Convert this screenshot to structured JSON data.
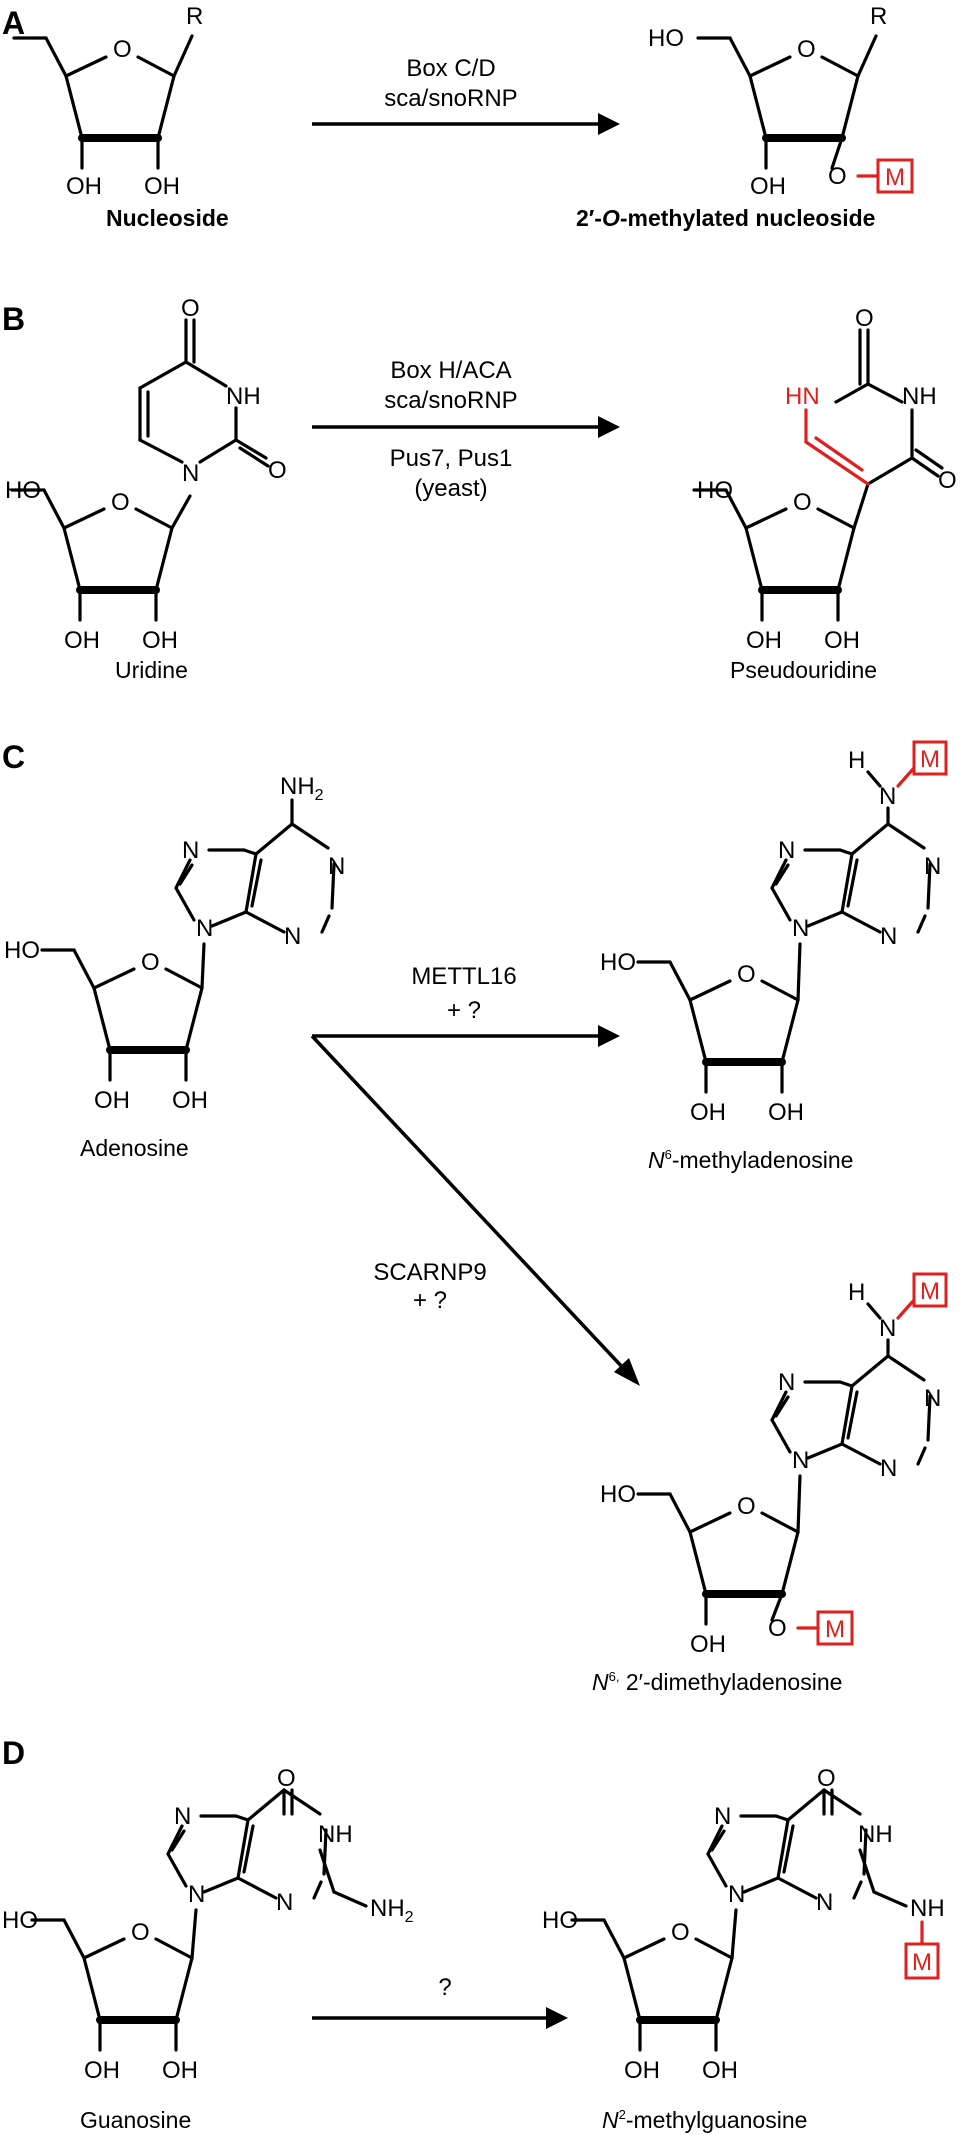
{
  "panels": {
    "a": {
      "label": "A",
      "substrate_caption": "Nucleoside",
      "product_caption_parts": [
        "2′-",
        "O",
        "-methylated nucleoside"
      ],
      "enzyme_line1": "Box C/D",
      "enzyme_line2": "sca/snoRNP"
    },
    "b": {
      "label": "B",
      "substrate_caption": "Uridine",
      "product_caption": "Pseudouridine",
      "enzyme_line1": "Box H/ACA",
      "enzyme_line2": "sca/snoRNP",
      "enzyme_line3": "Pus7, Pus1",
      "enzyme_line4": "(yeast)"
    },
    "c": {
      "label": "C",
      "substrate_caption": "Adenosine",
      "product1_caption_italic": "N",
      "product1_caption_sup": "6",
      "product1_caption_rest": "-methyladenosine",
      "product2_caption_italic": "N",
      "product2_caption_sup": "6,",
      "product2_caption_rest": " 2′-dimethyladenosine",
      "enzyme1_line1": "METTL16",
      "enzyme1_line2": "+ ?",
      "enzyme2_line1": "SCARNP9",
      "enzyme2_line2": "+ ?"
    },
    "d": {
      "label": "D",
      "substrate_caption": "Guanosine",
      "product_caption_italic": "N",
      "product_caption_sup": "2",
      "product_caption_rest": "-methylguanosine",
      "enzyme_line1": "?"
    }
  },
  "atoms": {
    "ho": "HO",
    "oh": "OH",
    "o": "O",
    "r": "R",
    "m": "M",
    "n": "N",
    "nh": "NH",
    "hn": "HN",
    "h": "H",
    "nh2_n": "NH",
    "nh2_sub": "2"
  },
  "colors": {
    "methyl_highlight": "#e0201e",
    "ink": "#000000"
  }
}
